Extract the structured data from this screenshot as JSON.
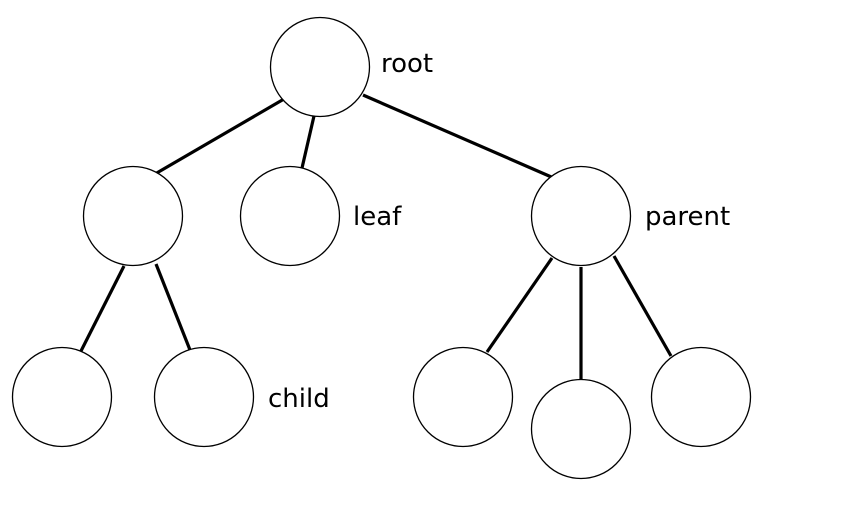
{
  "diagram": {
    "type": "tree",
    "labels": {
      "root": "root",
      "leaf": "leaf",
      "parent": "parent",
      "child": "child"
    },
    "nodes": [
      {
        "id": "n-root",
        "label_key": "root"
      },
      {
        "id": "n-left",
        "label_key": ""
      },
      {
        "id": "n-leaf",
        "label_key": "leaf"
      },
      {
        "id": "n-parent",
        "label_key": "parent"
      },
      {
        "id": "n-left-child-1",
        "label_key": ""
      },
      {
        "id": "n-child",
        "label_key": "child"
      },
      {
        "id": "n-parent-child-1",
        "label_key": ""
      },
      {
        "id": "n-parent-child-2",
        "label_key": ""
      },
      {
        "id": "n-parent-child-3",
        "label_key": ""
      }
    ],
    "edges": [
      {
        "from": "n-root",
        "to": "n-left"
      },
      {
        "from": "n-root",
        "to": "n-leaf"
      },
      {
        "from": "n-root",
        "to": "n-parent"
      },
      {
        "from": "n-left",
        "to": "n-left-child-1"
      },
      {
        "from": "n-left",
        "to": "n-child"
      },
      {
        "from": "n-parent",
        "to": "n-parent-child-1"
      },
      {
        "from": "n-parent",
        "to": "n-parent-child-2"
      },
      {
        "from": "n-parent",
        "to": "n-parent-child-3"
      }
    ],
    "colors": {
      "stroke": "#000000",
      "fill": "#ffffff",
      "text": "#000000",
      "background": "#ffffff"
    }
  }
}
